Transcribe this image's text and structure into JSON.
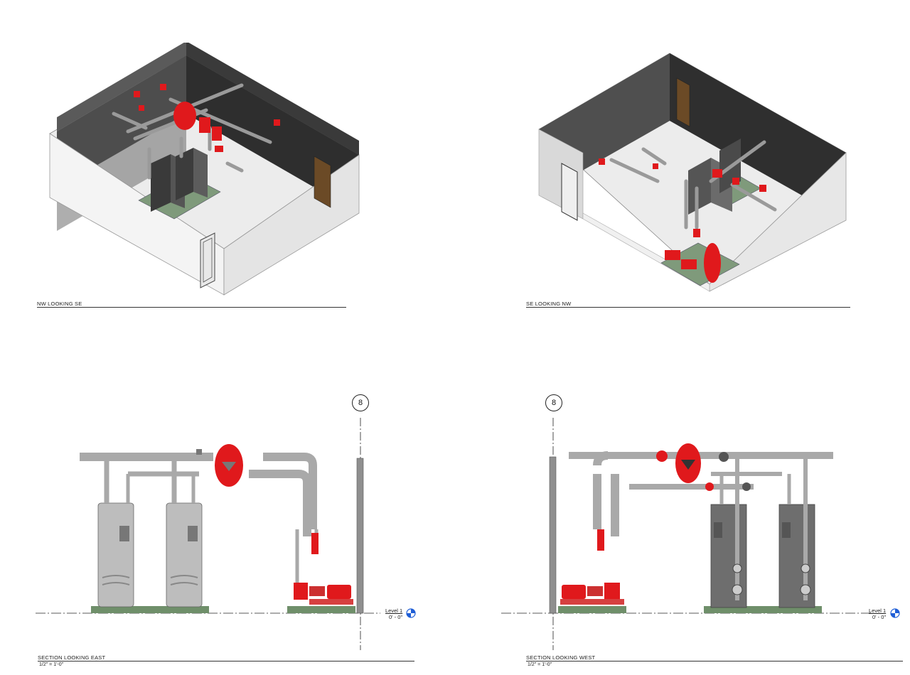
{
  "views": [
    {
      "title": "NW LOOKING SE"
    },
    {
      "title": "SE LOOKING NW"
    },
    {
      "title": "SECTION LOOKING EAST",
      "scale": "1/2\" = 1'-0\"",
      "grid": "8",
      "level_name": "Level 1",
      "level_elev": "0' - 0\""
    },
    {
      "title": "SECTION LOOKING WEST",
      "scale": "1/2\" = 1'-0\"",
      "grid": "8",
      "level_name": "Level 1",
      "level_elev": "0' - 0\""
    }
  ],
  "colors": {
    "equipment_red": "#e0191c",
    "pipe_gray": "#b9b9b9",
    "wall_dark": "#3a3a3a",
    "floor_light": "#e9e9e9",
    "pad_green": "#6f8f6a",
    "level_marker": "#1f5ed6"
  }
}
